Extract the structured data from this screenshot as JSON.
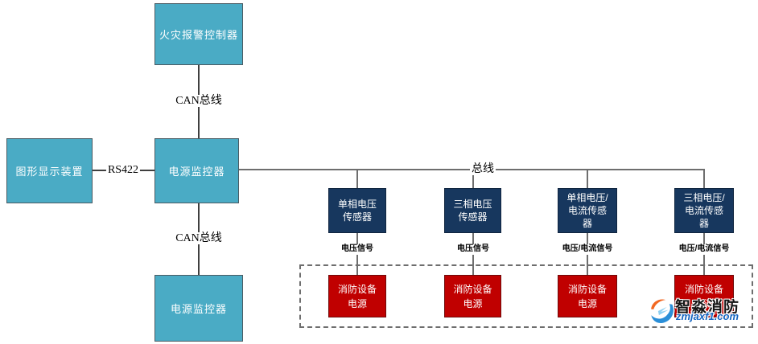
{
  "colors": {
    "node_teal": "#4AABC5",
    "node_navy": "#17375E",
    "node_red": "#C00000",
    "line_gray": "#6E6E6E"
  },
  "nodes": {
    "fire_alarm_controller": {
      "label": "火灾报警控制器"
    },
    "graphic_display": {
      "label": "图形显示装置"
    },
    "power_monitor_main": {
      "label": "电源监控器"
    },
    "power_monitor_secondary": {
      "label": "电源监控器"
    }
  },
  "connections": {
    "can_bus_top": {
      "label": "CAN总线"
    },
    "can_bus_bottom": {
      "label": "CAN总线"
    },
    "rs422": {
      "label": "RS422"
    },
    "bus": {
      "label": "总线"
    }
  },
  "sensors": [
    {
      "lines": [
        "单相电压",
        "传感器"
      ],
      "signal": "电压信号"
    },
    {
      "lines": [
        "三相电压",
        "传感器"
      ],
      "signal": "电压信号"
    },
    {
      "lines": [
        "单相电压/",
        "电流传感",
        "器"
      ],
      "signal": "电压/电流信号"
    },
    {
      "lines": [
        "三相电压/",
        "电流传感",
        "器"
      ],
      "signal": "电压/电流信号"
    }
  ],
  "devices": [
    {
      "lines": [
        "消防设备",
        "电源"
      ]
    },
    {
      "lines": [
        "消防设备",
        "电源"
      ]
    },
    {
      "lines": [
        "消防设备",
        "电源"
      ]
    },
    {
      "lines": [
        "消防设备",
        "电源"
      ]
    }
  ],
  "watermark": {
    "brand": "智淼消防",
    "url": "zmjaxf1.com"
  }
}
